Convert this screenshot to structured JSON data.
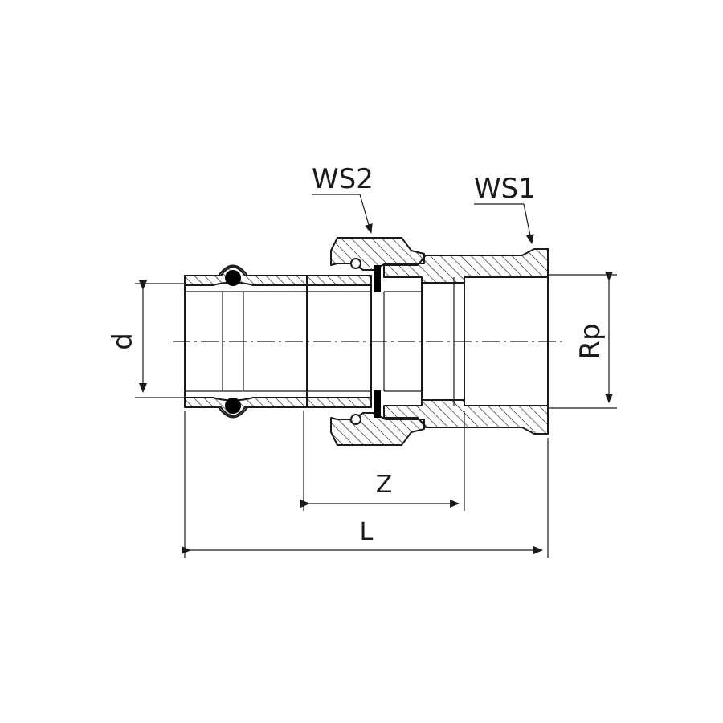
{
  "labels": {
    "weld_seam_2": "WS2",
    "weld_seam_1": "WS1",
    "dimension_d": "d",
    "dimension_rp": "Rp",
    "dimension_z": "Z",
    "dimension_l": "L"
  },
  "colors": {
    "line": "#1a1a1a",
    "background": "#ffffff",
    "seal": "#000000"
  }
}
